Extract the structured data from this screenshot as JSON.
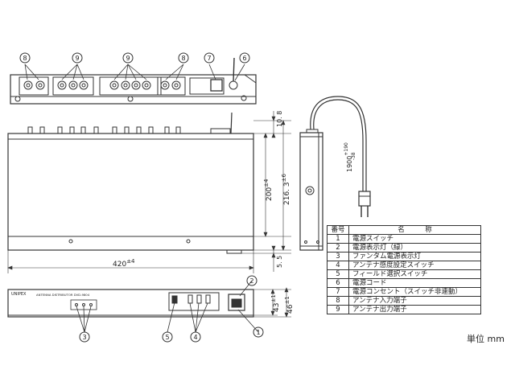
{
  "top_view": {
    "callouts": [
      "8",
      "9",
      "9",
      "8",
      "7",
      "6"
    ]
  },
  "plan_view": {
    "width_dim": "420",
    "width_tol": "±4",
    "depth_dim": "200",
    "depth_tol": "±4",
    "overall_depth_dim": "216. 3",
    "overall_depth_tol": "±6",
    "top_offset_dim": "10. 8",
    "bottom_offset_dim": "5. 5"
  },
  "front_view": {
    "label_brand": "UNIPEX",
    "label_model": "ANTENNA DISTRIBUTOR DVD-9804",
    "callouts": [
      "2",
      "3",
      "5",
      "4",
      "1"
    ],
    "height_dim": "43",
    "height_tol": "±1",
    "overall_height_dim": "46",
    "overall_height_tol": "±1"
  },
  "side_view": {
    "cord_length_dim": "1900",
    "cord_length_tol_plus": "+190",
    "cord_length_tol_minus": "-38"
  },
  "parts_table": {
    "header_number": "番号",
    "header_name": "名　　　称",
    "rows": [
      {
        "no": "1",
        "name": "電源スイッチ"
      },
      {
        "no": "2",
        "name": "電源表示灯（緑）"
      },
      {
        "no": "3",
        "name": "ファンタム電源表示灯"
      },
      {
        "no": "4",
        "name": "アンテナ感度設定スイッチ"
      },
      {
        "no": "5",
        "name": "フィールド選択スイッチ"
      },
      {
        "no": "6",
        "name": "電源コード"
      },
      {
        "no": "7",
        "name": "電源コンセント（スイッチ非連動）"
      },
      {
        "no": "8",
        "name": "アンテナ入力端子"
      },
      {
        "no": "9",
        "name": "アンテナ出力端子"
      }
    ]
  },
  "unit_label": "単位 mm"
}
